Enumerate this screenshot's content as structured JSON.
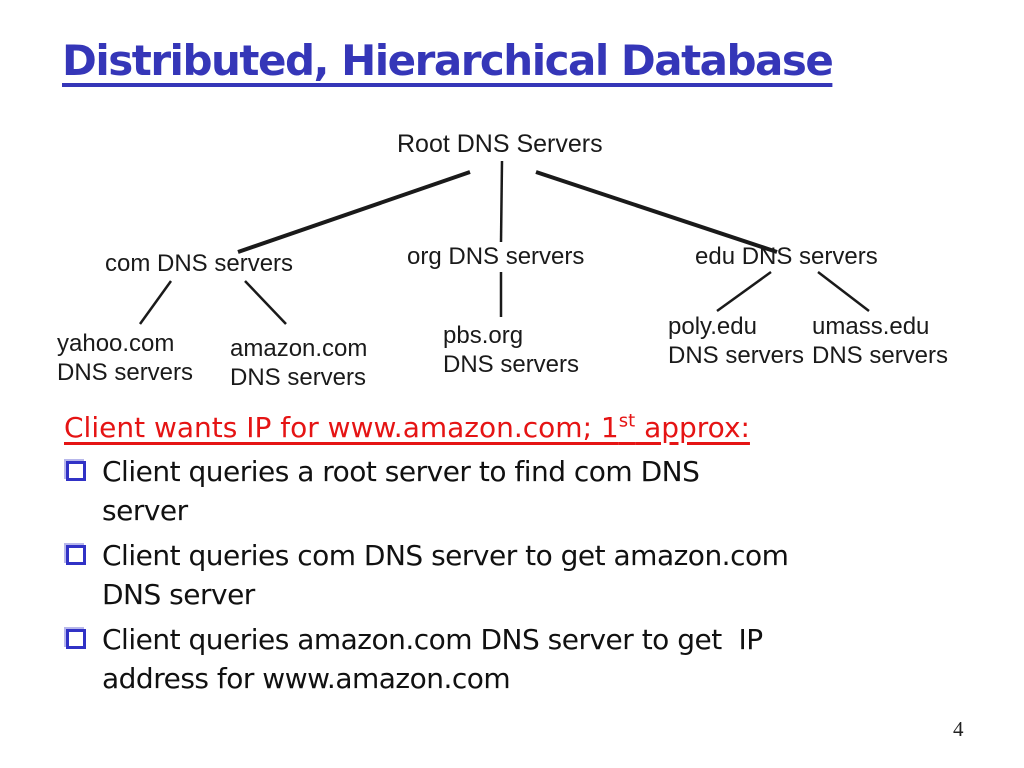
{
  "slide": {
    "title": "Distributed, Hierarchical Database",
    "page_number": "4"
  },
  "diagram": {
    "nodes": {
      "root": {
        "label": "Root DNS Servers"
      },
      "com": {
        "label": "com DNS servers"
      },
      "org": {
        "label": "org DNS servers"
      },
      "edu": {
        "label": "edu DNS servers"
      },
      "yahoo": {
        "line1": "yahoo.com",
        "line2": "DNS servers"
      },
      "amazon": {
        "line1": "amazon.com",
        "line2": "DNS servers"
      },
      "pbs": {
        "line1": "pbs.org",
        "line2": "DNS servers"
      },
      "poly": {
        "line1": "poly.edu",
        "line2": "DNS servers"
      },
      "umass": {
        "line1": "umass.edu",
        "line2": "DNS servers"
      }
    }
  },
  "content": {
    "heading": {
      "prefix": "Client wants IP for www.amazon.com; 1",
      "superscript": "st",
      "suffix": " approx:"
    },
    "bullets": [
      {
        "line1": "Client queries a root server to find com DNS",
        "line2": "server"
      },
      {
        "line1": "Client queries com DNS server to get amazon.com",
        "line2": "DNS server"
      },
      {
        "line1": "Client queries amazon.com DNS server to get  IP",
        "line2": "address for www.amazon.com"
      }
    ]
  },
  "colors": {
    "title_blue": "#3536b8",
    "heading_red": "#e51414",
    "bullet_blue": "#3132c6",
    "line_black": "#1a1a1a"
  }
}
